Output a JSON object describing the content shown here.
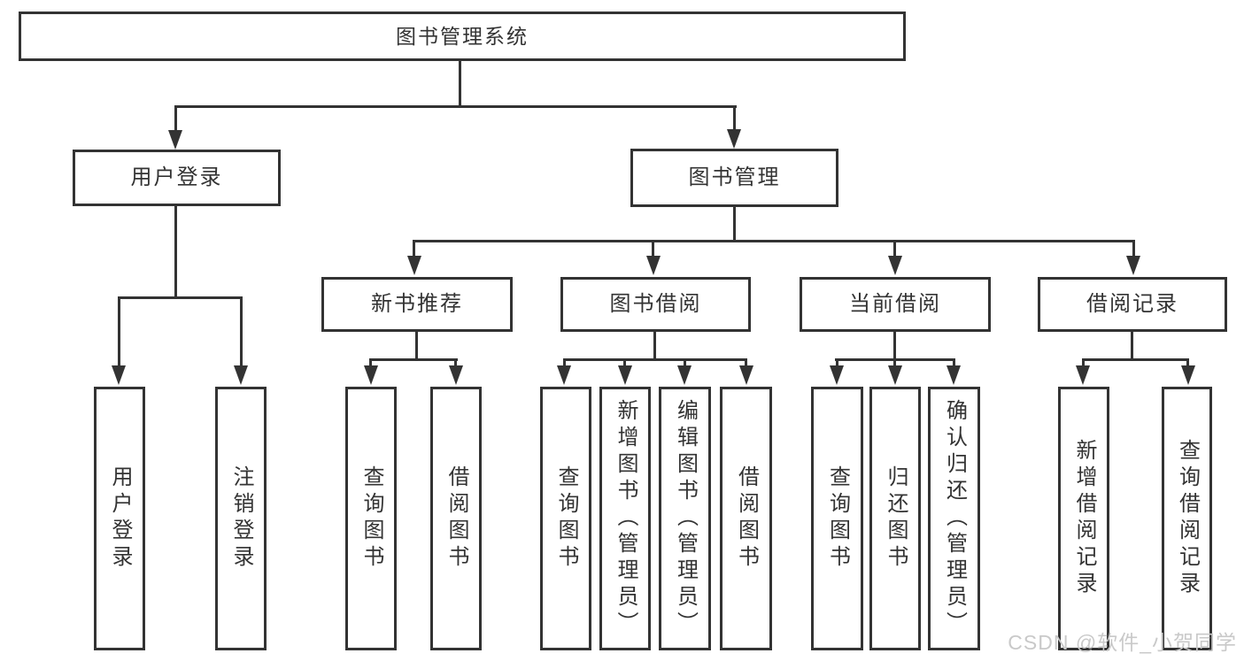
{
  "diagram": {
    "root": {
      "label": "图书管理系统"
    },
    "level2": {
      "user_login": {
        "label": "用户登录"
      },
      "book_mgmt": {
        "label": "图书管理"
      }
    },
    "level3": {
      "new_books": {
        "label": "新书推荐"
      },
      "book_borrow": {
        "label": "图书借阅"
      },
      "current_borrow": {
        "label": "当前借阅"
      },
      "borrow_records": {
        "label": "借阅记录"
      }
    },
    "leaves": {
      "user_login": [
        "用户登录",
        "注销登录"
      ],
      "new_books": [
        "查询图书",
        "借阅图书"
      ],
      "book_borrow": [
        "查询图书",
        "新增图书（管理员）",
        "编辑图书（管理员）",
        "借阅图书"
      ],
      "current_borrow": [
        "查询图书",
        "归还图书",
        "确认归还（管理员）"
      ],
      "borrow_records": [
        "新增借阅记录",
        "查询借阅记录"
      ]
    },
    "watermark": "CSDN @软件_小贺同学",
    "colors": {
      "line": "#333333",
      "text": "#333333",
      "watermark": "#c9c9c9",
      "background": "#ffffff"
    }
  }
}
